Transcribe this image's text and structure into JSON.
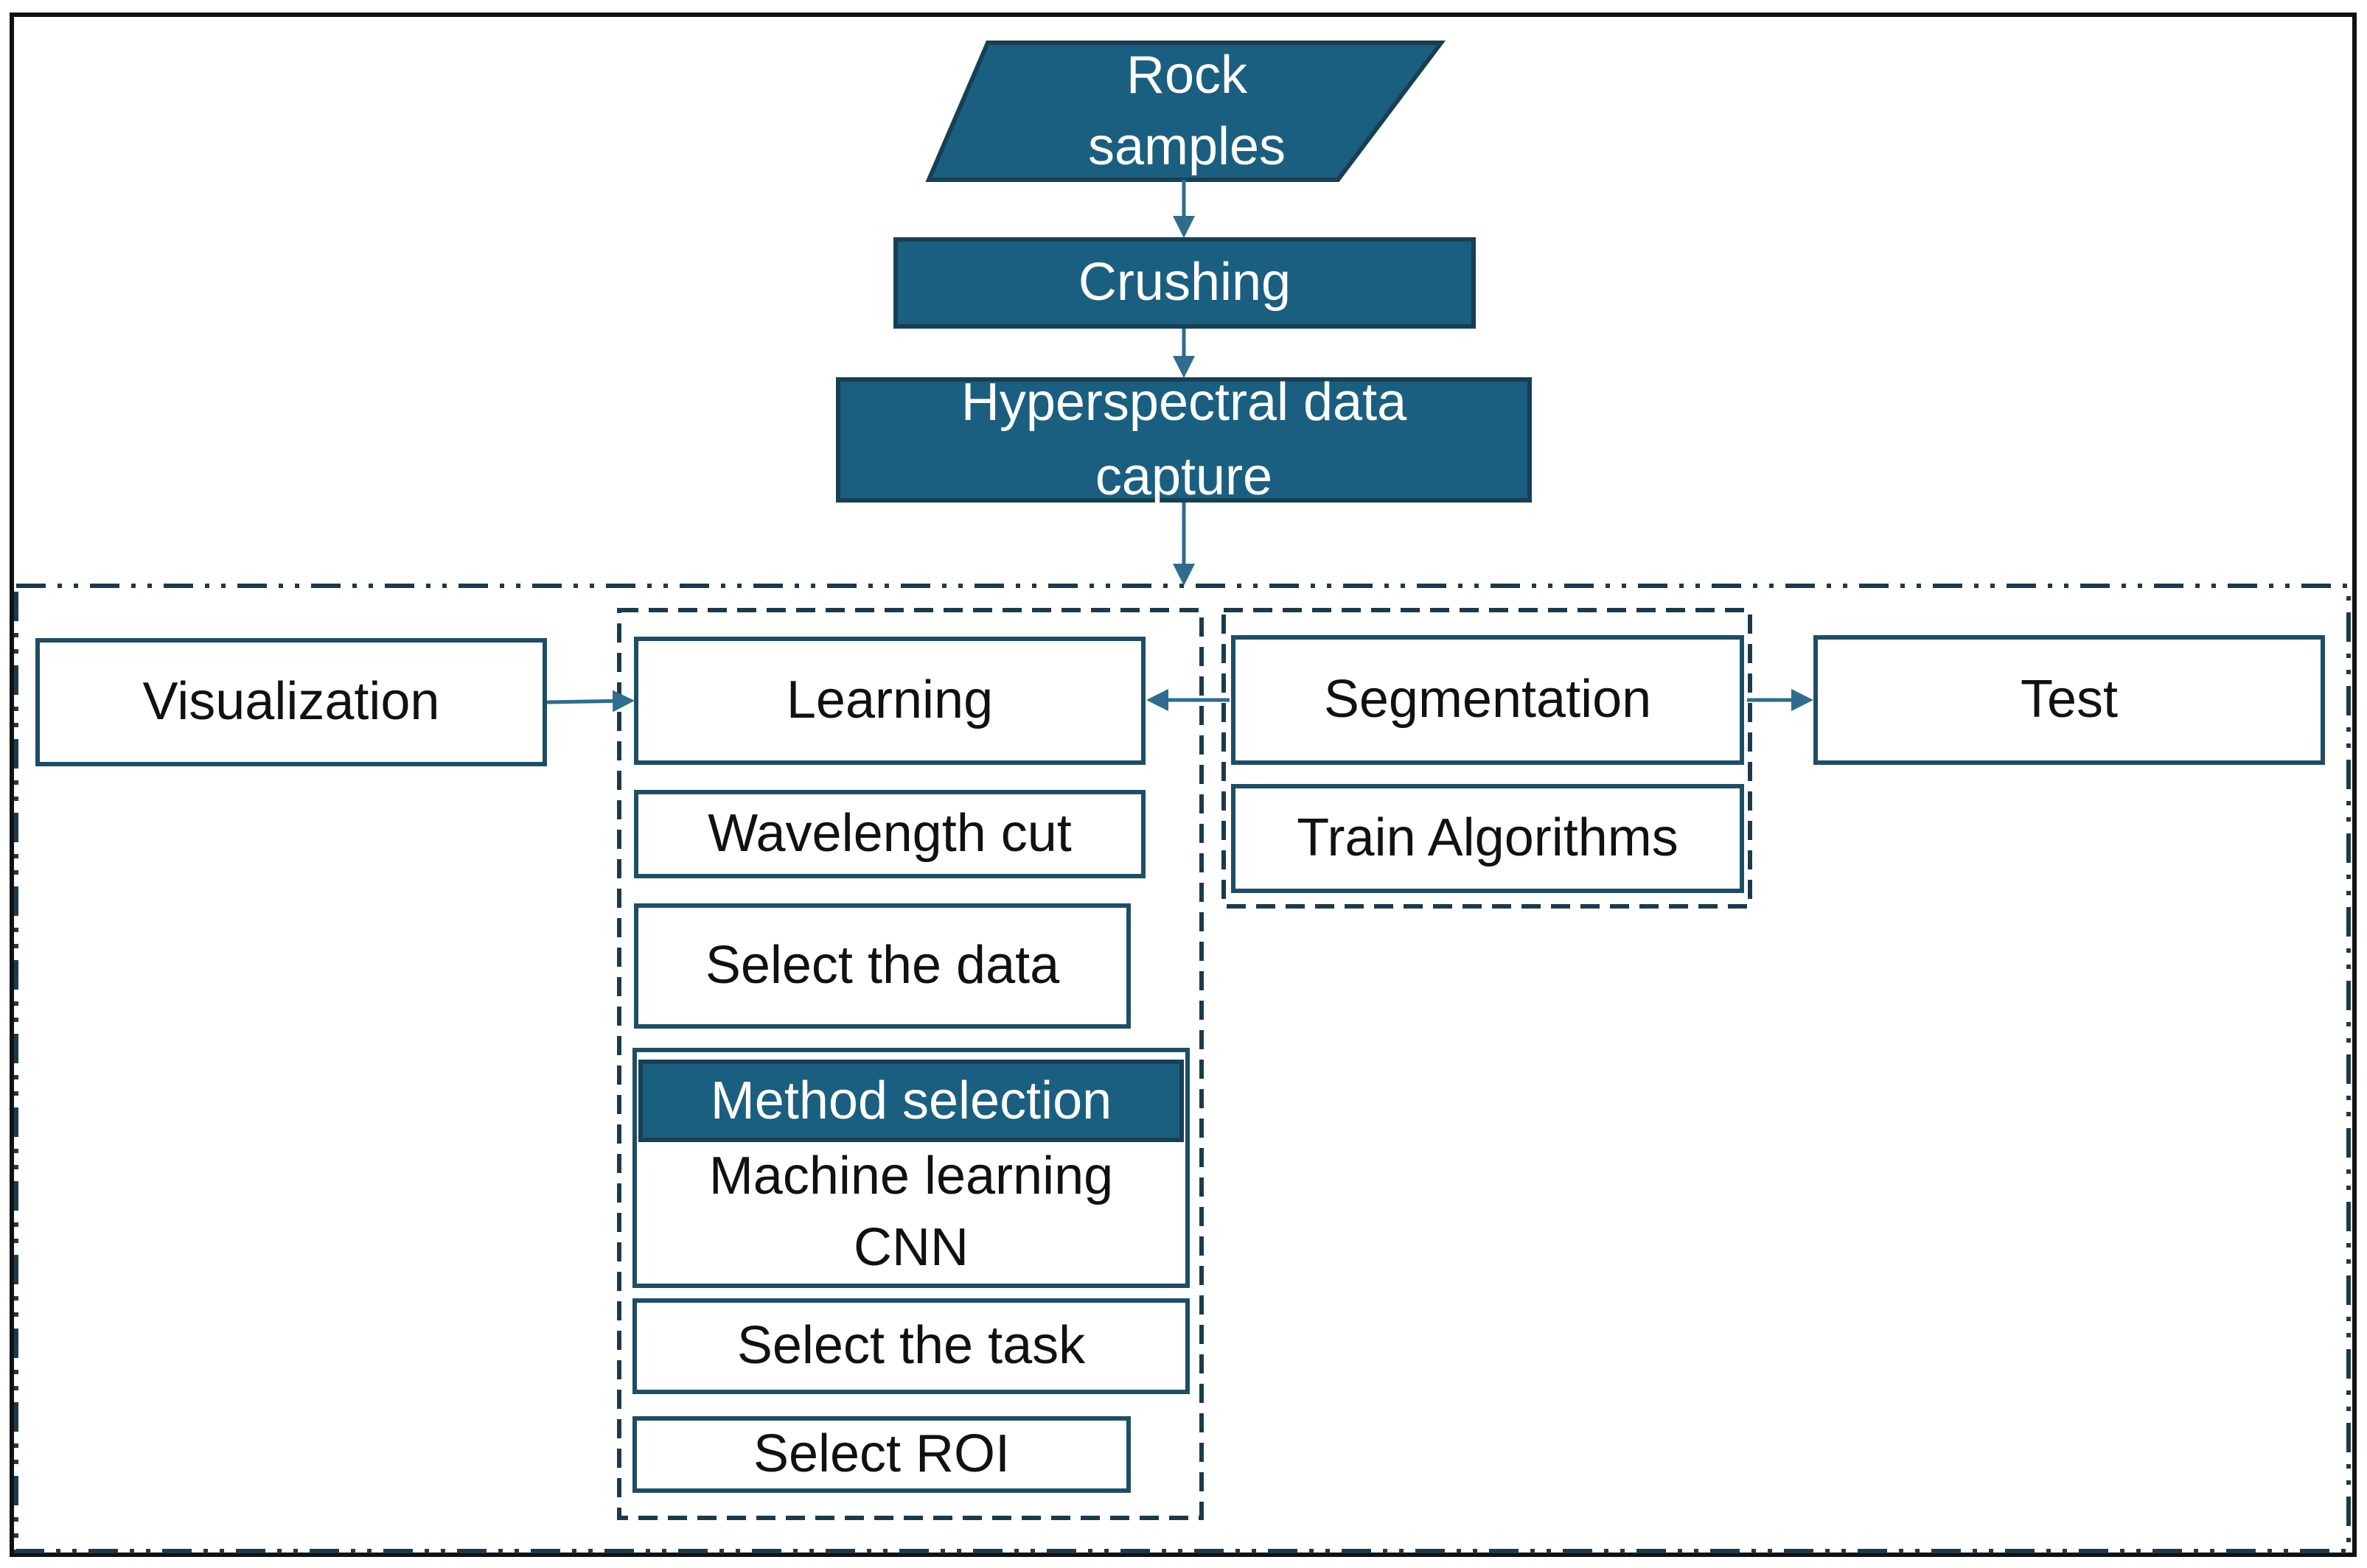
{
  "nodes": {
    "rock_samples": {
      "line1": "Rock",
      "line2": "samples"
    },
    "crushing": "Crushing",
    "hyperspectral": {
      "line1": "Hyperspectral data",
      "line2": "capture"
    },
    "visualization": "Visualization",
    "learning": "Learning",
    "wavelength_cut": "Wavelength cut",
    "select_data": "Select the data",
    "method_selection": {
      "header": "Method selection",
      "line1": "Machine learning",
      "line2": "CNN"
    },
    "select_task": "Select the task",
    "select_roi": "Select ROI",
    "segmentation": "Segmentation",
    "train_algorithms": "Train Algorithms",
    "test": "Test"
  },
  "colors": {
    "dark_fill": "#1b5f80",
    "border": "#1d4e66",
    "arrow": "#2e6d8e"
  }
}
